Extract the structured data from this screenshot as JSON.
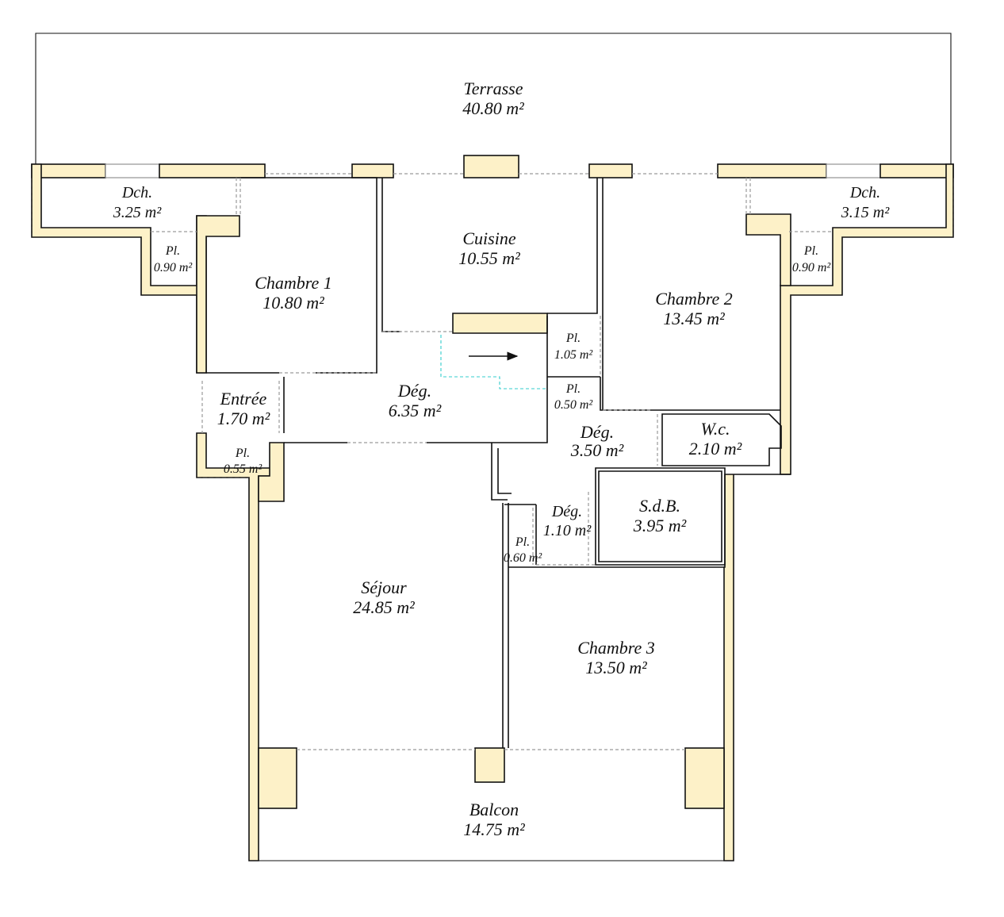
{
  "rooms": [
    {
      "id": "terrasse",
      "name": "Terrasse",
      "area": "40.80 m²"
    },
    {
      "id": "dch-left",
      "name": "Dch.",
      "area": "3.25 m²"
    },
    {
      "id": "pl-left",
      "name": "Pl.",
      "area": "0.90 m²"
    },
    {
      "id": "chambre-1",
      "name": "Chambre 1",
      "area": "10.80 m²"
    },
    {
      "id": "cuisine",
      "name": "Cuisine",
      "area": "10.55 m²"
    },
    {
      "id": "chambre-2",
      "name": "Chambre 2",
      "area": "13.45 m²"
    },
    {
      "id": "dch-right",
      "name": "Dch.",
      "area": "3.15 m²"
    },
    {
      "id": "pl-right",
      "name": "Pl.",
      "area": "0.90 m²"
    },
    {
      "id": "pl-105",
      "name": "Pl.",
      "area": "1.05 m²"
    },
    {
      "id": "pl-050",
      "name": "Pl.",
      "area": "0.50 m²"
    },
    {
      "id": "entree",
      "name": "Entrée",
      "area": "1.70 m²"
    },
    {
      "id": "deg-635",
      "name": "Dég.",
      "area": "6.35 m²"
    },
    {
      "id": "pl-055",
      "name": "Pl.",
      "area": "0.55 m²"
    },
    {
      "id": "deg-350",
      "name": "Dég.",
      "area": "3.50 m²"
    },
    {
      "id": "wc",
      "name": "W.c.",
      "area": "2.10 m²"
    },
    {
      "id": "sdb",
      "name": "S.d.B.",
      "area": "3.95 m²"
    },
    {
      "id": "deg-110",
      "name": "Dég.",
      "area": "1.10 m²"
    },
    {
      "id": "pl-060",
      "name": "Pl.",
      "area": "0.60 m²"
    },
    {
      "id": "sejour",
      "name": "Séjour",
      "area": "24.85 m²"
    },
    {
      "id": "chambre-3",
      "name": "Chambre 3",
      "area": "13.50 m²"
    },
    {
      "id": "balcon",
      "name": "Balcon",
      "area": "14.75 m²"
    }
  ],
  "colors": {
    "wall_fill": "#fdf1c8",
    "line": "#111111",
    "window": "#9a9a9a",
    "stair_guide": "#33cccc"
  },
  "icons": [
    "arrow-right-icon"
  ]
}
